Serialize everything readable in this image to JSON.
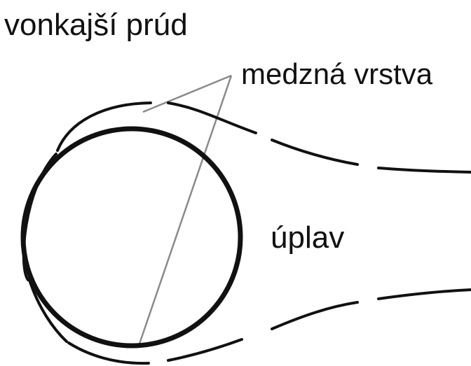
{
  "labels": {
    "outer_flow": "vonkajší prúd",
    "boundary_layer": "medzná vrstva",
    "wake": "úplav"
  },
  "colors": {
    "ink": "#111111",
    "pointer": "#8a8a8a",
    "background": "#ffffff"
  }
}
